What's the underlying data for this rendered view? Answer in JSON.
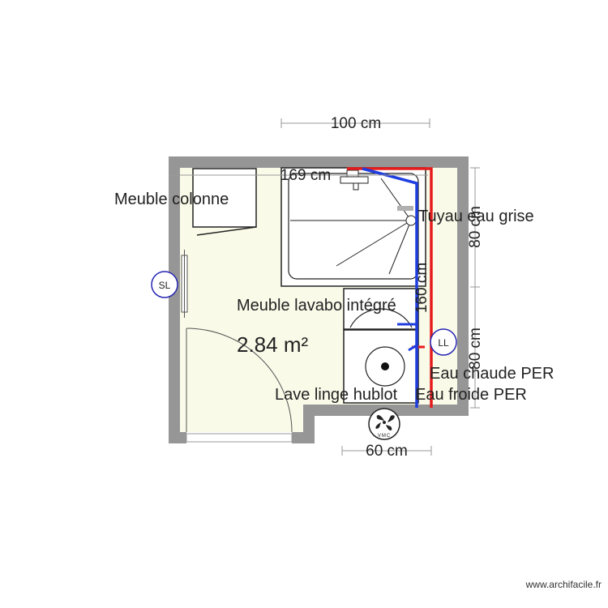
{
  "labels": {
    "meuble_colonne": "Meuble colonne",
    "tuyau_eau_grise": "Tuyau eau grise",
    "meuble_lavabo": "Meuble lavabo intégré",
    "area": "2.84 m²",
    "eau_chaude": "Eau chaude PER",
    "eau_froide": "Eau froide PER",
    "lave_linge": "Lave linge hublot"
  },
  "dimensions": {
    "top": "100 cm",
    "inner_top": "169 cm",
    "right_upper": "80 cm",
    "right_lower": "80 cm",
    "bottom": "60 cm",
    "inner_vertical": "160 cm"
  },
  "symbols": {
    "sl": "SL",
    "ll": "LL",
    "vmc": "VMC"
  },
  "footer": "www.archifacile.fr",
  "colors": {
    "wall": "#969696",
    "floor": "#fafae9",
    "hot_water": "#e51d1d",
    "cold_water": "#1f3ee0",
    "symbol": "#2626b3",
    "grey_pipe": "#b0b0b0"
  }
}
